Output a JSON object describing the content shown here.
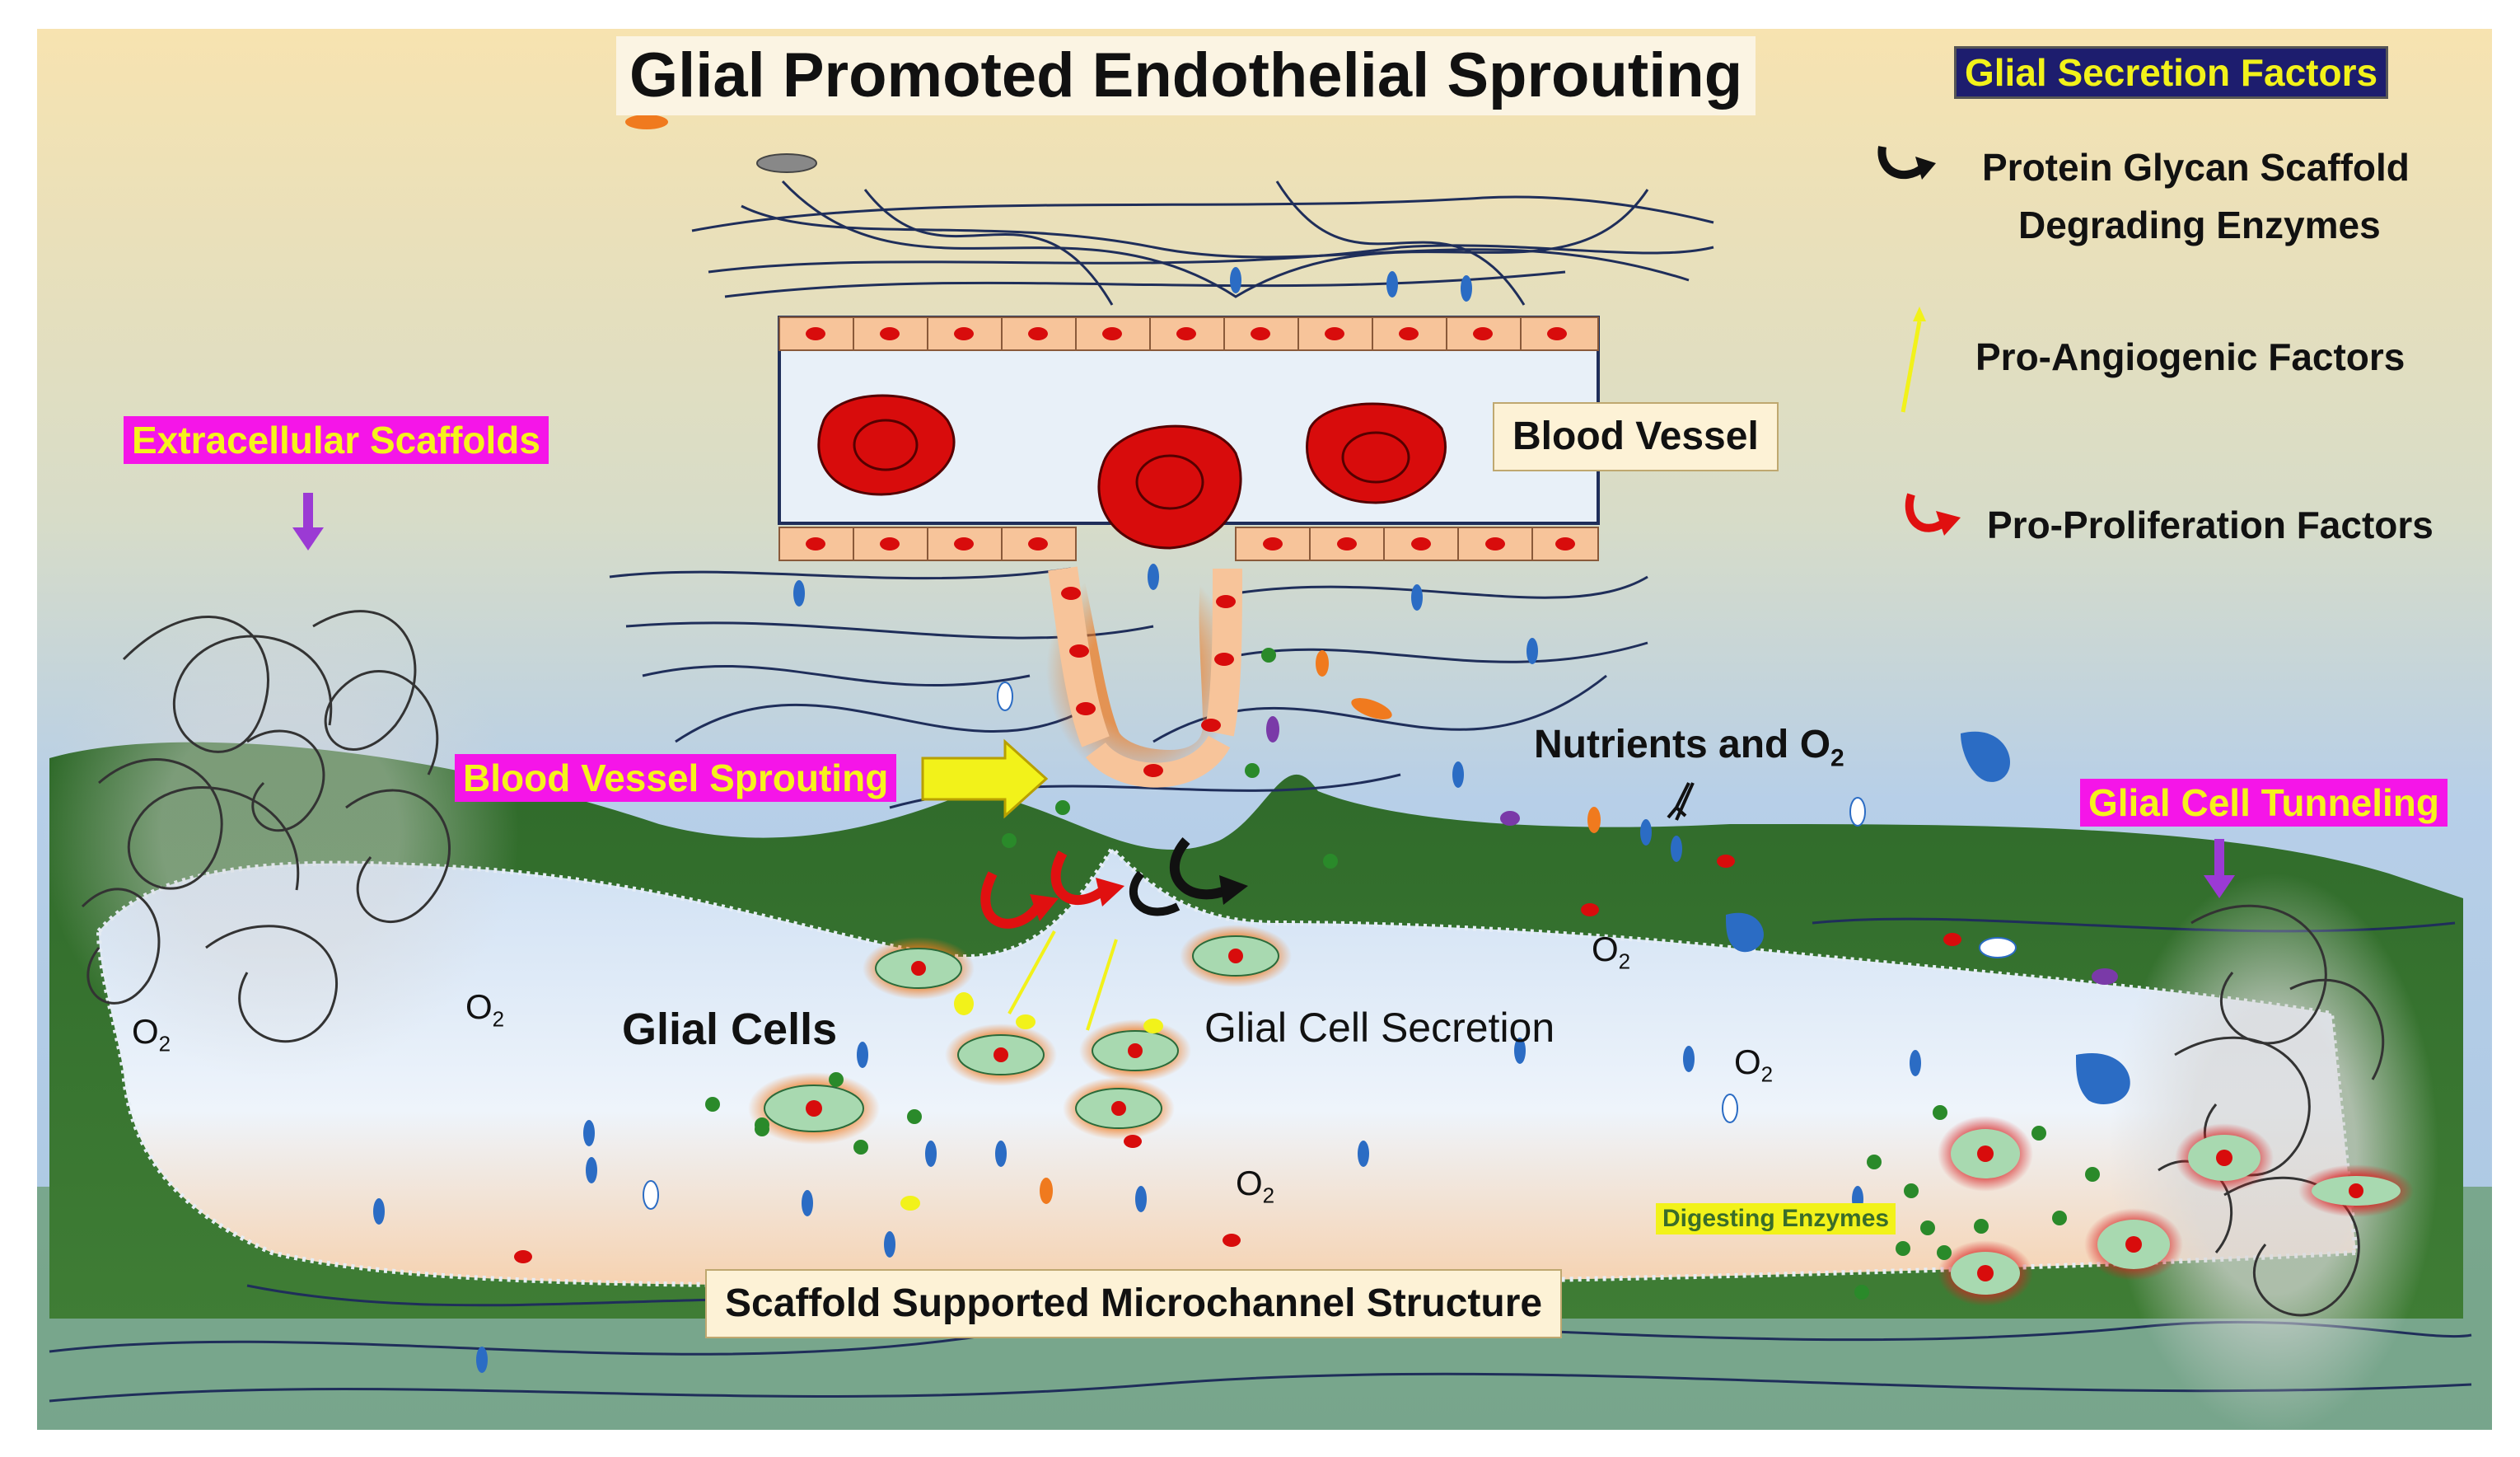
{
  "title": "Glial Promoted Endothelial Sprouting",
  "legend": {
    "heading": "Glial Secretion Factors",
    "items": [
      {
        "label_line1": "Protein Glycan Scaffold",
        "label_line2": "Degrading Enzymes",
        "symbol": "black-curved-arrow",
        "color": "#111111"
      },
      {
        "label_line1": "Pro-Angiogenic Factors",
        "symbol": "yellow-arrow",
        "color": "#f2f21a"
      },
      {
        "label_line1": "Pro-Proliferation Factors",
        "symbol": "red-curved-arrow",
        "color": "#e01010"
      }
    ]
  },
  "labels": {
    "extracellular_scaffolds": "Extracellular Scaffolds",
    "blood_vessel": "Blood Vessel",
    "blood_vessel_sprouting": "Blood Vessel Sprouting",
    "nutrients": "Nutrients and O",
    "nutrients_sub": "2",
    "glial_cell_tunneling": "Glial Cell Tunneling",
    "glial_cells": "Glial Cells",
    "glial_cell_secretion": "Glial Cell Secretion",
    "digesting_enzymes": "Digesting Enzymes",
    "microchannel": "Scaffold Supported Microchannel Structure",
    "o2_main": "O",
    "o2_sub": "2"
  },
  "colors": {
    "magenta_label_bg": "#f515e8",
    "magenta_label_text": "#f6f21c",
    "vessel_wall": "#f7c49a",
    "red_blood_cell": "#d80c0c",
    "glial_cell": "#a8d9b0",
    "glial_glow": "#f07a1e",
    "tissue_green": "#2f6a2a",
    "channel_fill": "#dce9f6",
    "sky_top": "#f7e3b0",
    "sky_mid": "#b7cfe8",
    "fiber": "#1f2e5a"
  }
}
